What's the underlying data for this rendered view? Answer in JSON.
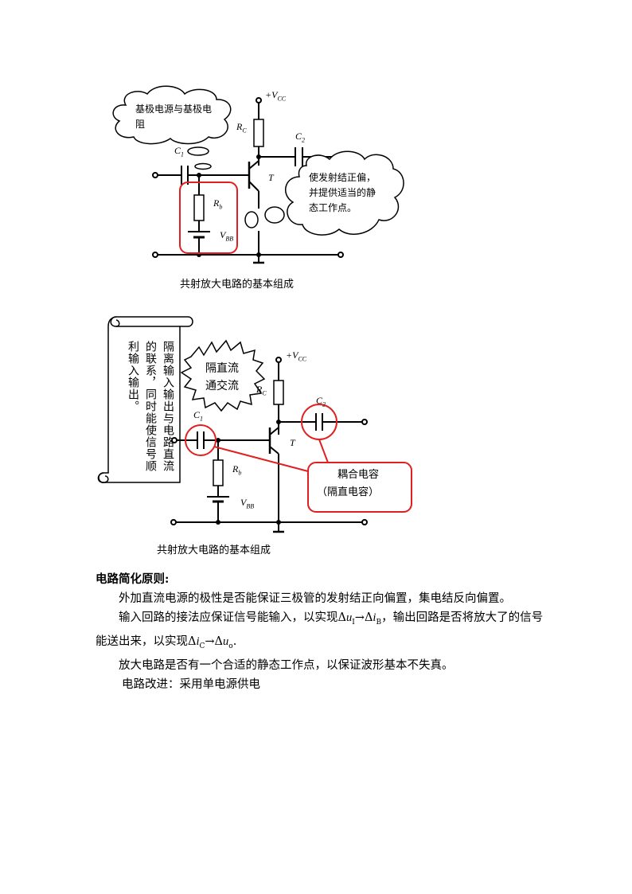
{
  "diagram1": {
    "cloud_left": "基极电源与基极电阻",
    "cloud_right": "使发射结正偏，并提供适当的静态工作点。",
    "caption": "共射放大电路的基本组成",
    "labels": {
      "vcc_plus": "+V",
      "vcc_sub": "CC",
      "rc": "R",
      "rc_sub": "C",
      "c1": "C",
      "c1_sub": "1",
      "c2": "C",
      "c2_sub": "2",
      "t": "T",
      "rb": "R",
      "rb_sub": "b",
      "vbb": "V",
      "vbb_sub": "BB"
    }
  },
  "diagram2": {
    "scroll_text": "隔离输入输出与电路直流的联系，同时能使信号顺利输入输出。",
    "burst_line1": "隔直流",
    "burst_line2": "通交流",
    "callout_line1": "耦合电容",
    "callout_line2": "（隔直电容）",
    "caption": "共射放大电路的基本组成",
    "labels": {
      "vcc_plus": "+V",
      "vcc_sub": "CC",
      "rc": "R",
      "rc_sub": "C",
      "c1": "C",
      "c1_sub": "1",
      "c2": "C",
      "c2_sub": "2",
      "t": "T",
      "rb": "R",
      "rb_sub": "b",
      "vbb": "V",
      "vbb_sub": "BB"
    }
  },
  "section": {
    "heading": "电路简化原则:",
    "p1": "外加直流电源的极性是否能保证三极管的发射结正向偏置，集电结反向偏置。",
    "p2_a": "输入回路的接法应保证信号能输入，以实现Δ",
    "p2_ui": "u",
    "p2_ui_sub": "I",
    "p2_arrow1": "→Δ",
    "p2_ib": "i",
    "p2_ib_sub": "B",
    "p2_b": "，输出回路是否将放大了的信号能送出来，以实现Δ",
    "p2_ic": "i",
    "p2_ic_sub": "C",
    "p2_arrow2": "→Δ",
    "p2_uo": "u",
    "p2_uo_sub": "o",
    "p2_end": ".",
    "p3": "放大电路是否有一个合适的静态工作点，以保证波形基本不失真。",
    "p4": "电路改进：采用单电源供电"
  },
  "colors": {
    "accent_red": "#e02020",
    "ink": "#000000"
  }
}
